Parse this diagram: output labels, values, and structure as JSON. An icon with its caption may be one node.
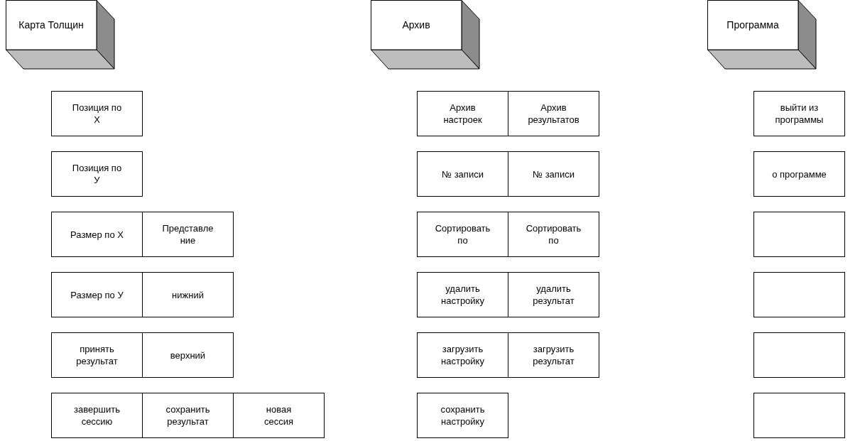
{
  "diagram": {
    "nodes": [
      {
        "text": [
          "Карта Толщин"
        ]
      },
      {
        "text": [
          "Архив"
        ]
      },
      {
        "text": [
          "Программа"
        ]
      },
      {
        "text": [
          "Позиция по Х"
        ]
      },
      {
        "text": [
          "Позиция по У"
        ]
      },
      {
        "text": [
          "Размер по Х"
        ]
      },
      {
        "text": [
          "Представле ние"
        ]
      },
      {
        "text": [
          "Размер по У"
        ]
      },
      {
        "text": [
          "нижний"
        ]
      },
      {
        "text": [
          "принять результат"
        ]
      },
      {
        "text": [
          "верхний"
        ]
      },
      {
        "text": [
          "завершить сессию"
        ]
      },
      {
        "text": [
          "сохранить результат"
        ]
      },
      {
        "text": [
          "новая сессия"
        ]
      },
      {
        "text": [
          "Архив настроек"
        ]
      },
      {
        "text": [
          "Архив результатов"
        ]
      },
      {
        "text": [
          "№ записи"
        ]
      },
      {
        "text": [
          "№ записи"
        ]
      },
      {
        "text": [
          "Сортировать по"
        ]
      },
      {
        "text": [
          "Сортировать по"
        ]
      },
      {
        "text": [
          "удалить настройку"
        ]
      },
      {
        "text": [
          "удалить результат"
        ]
      },
      {
        "text": [
          "загрузить настройку"
        ]
      },
      {
        "text": [
          "загрузить результат"
        ]
      },
      {
        "text": [
          "сохранить настройку"
        ]
      },
      {
        "text": [
          "выйти из программы"
        ]
      },
      {
        "text": [
          "о программе"
        ]
      },
      {
        "text": [],
        "shape": "box"
      },
      {
        "text": [],
        "shape": "box"
      },
      {
        "text": [],
        "shape": "box"
      },
      {
        "text": [],
        "shape": "box"
      }
    ]
  }
}
